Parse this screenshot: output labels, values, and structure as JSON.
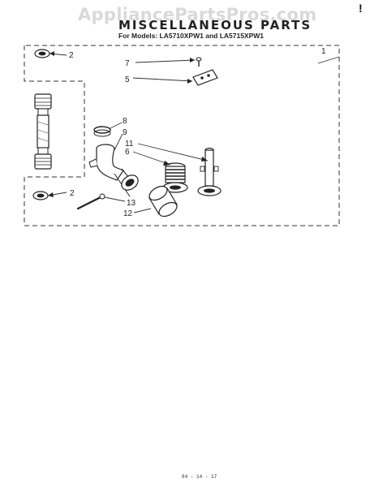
{
  "watermark": "AppliancePartsPros.com",
  "title": "MISCELLANEOUS PARTS",
  "subtitle": "For Models: LA5710XPW1 and LA5715XPW1",
  "corner_mark": "!",
  "footer_code": "84 - 14 - 17",
  "callouts": {
    "c1": "1",
    "c2_top": "2",
    "c2_bottom": "2",
    "c5": "5",
    "c6": "6",
    "c7": "7",
    "c8": "8",
    "c9": "9",
    "c11": "11",
    "c12": "12",
    "c13": "13"
  }
}
